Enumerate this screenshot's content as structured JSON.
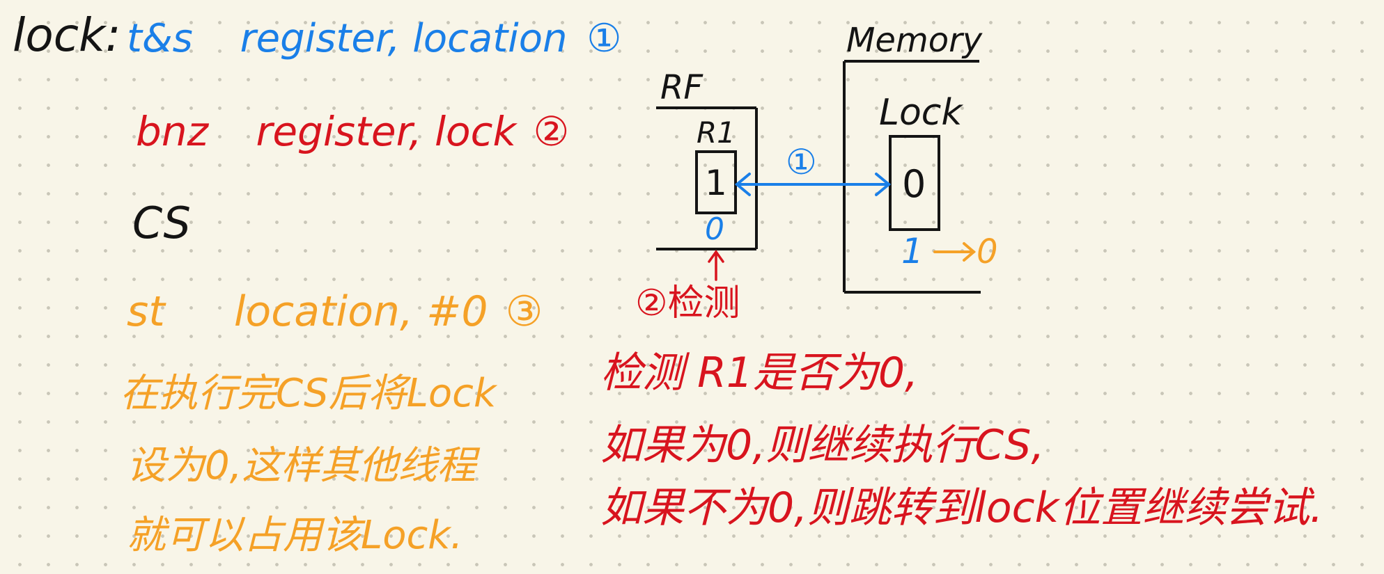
{
  "colors": {
    "black": "#141414",
    "blue": "#1a7fe8",
    "red": "#d8141e",
    "orange": "#f5a127",
    "paper": "#f8f5e8"
  },
  "code": {
    "label": "lock:",
    "line1": {
      "op": "t&s",
      "args": "register, location",
      "mark": "①"
    },
    "line2": {
      "op": "bnz",
      "args": "register, lock",
      "mark": "②"
    },
    "line3": {
      "op": "CS"
    },
    "line4": {
      "op": "st",
      "args": "location, #0",
      "mark": "③"
    }
  },
  "store_note": [
    "在执行完CS后将Lock",
    "设为0,这样其他线程",
    "就可以占用该Lock."
  ],
  "diagram": {
    "rf_title": "RF",
    "r1_label": "R1",
    "r1_value": "1",
    "r1_new_value": "0",
    "memory_title": "Memory",
    "lock_label": "Lock",
    "lock_value": "0",
    "lock_change_from": "1",
    "lock_change_to": "0",
    "arrow_mark": "①",
    "check_label": "②检测"
  },
  "check_note": [
    "检测 R1是否为0,",
    "如果为0,则继续执行CS,",
    "如果不为0,则跳转到lock位置继续尝试."
  ]
}
